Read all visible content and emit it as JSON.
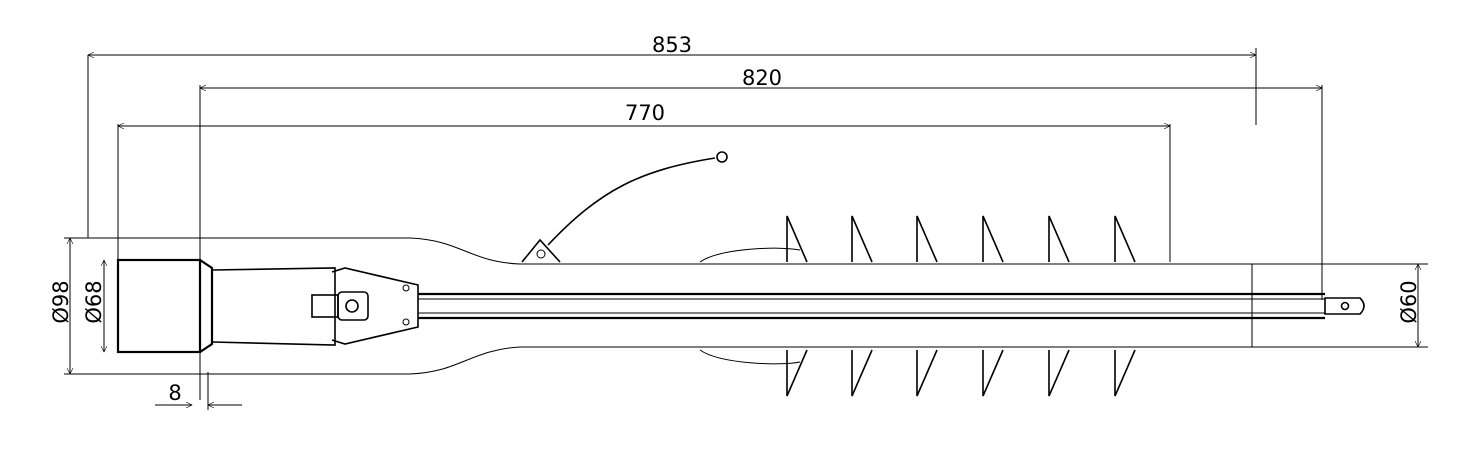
{
  "dimensions": {
    "overall_length": "853",
    "length_820": "820",
    "length_770": "770",
    "offset": "8",
    "dia_98": "Ø98",
    "dia_68": "Ø68",
    "dia_60": "Ø60"
  },
  "colors": {
    "line": "#000000",
    "background": "#ffffff"
  }
}
